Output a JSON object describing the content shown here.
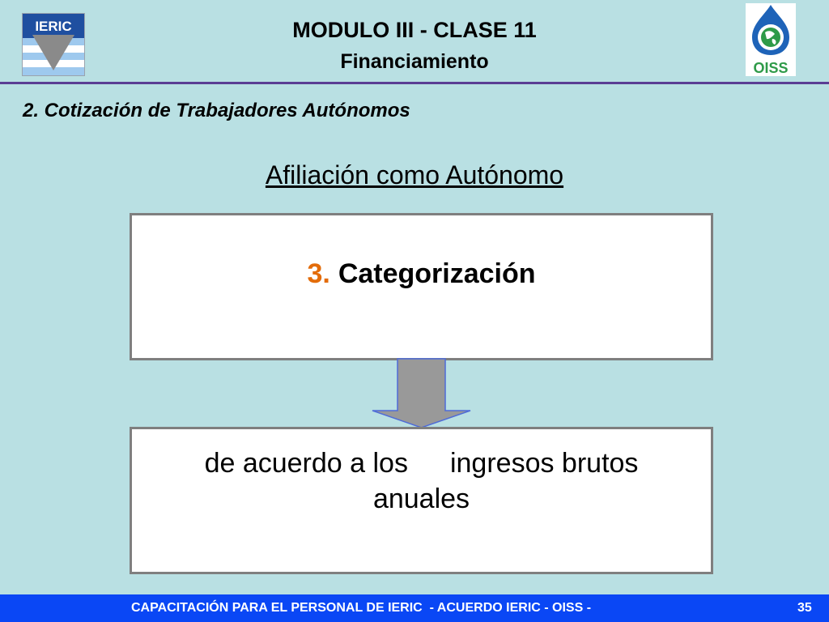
{
  "header": {
    "title_line1": "MODULO III - CLASE 11",
    "title_line2": "Financiamiento",
    "logo_left_text": "IERIC",
    "logo_right_text": "OISS"
  },
  "section_title": "2. Cotización de Trabajadores Autónomos",
  "subtitle": "Afiliación como Autónomo",
  "box1": {
    "number": "3.",
    "label": "Categorización"
  },
  "box2": {
    "line1_part1": "de acuerdo a los",
    "line1_part2": "ingresos brutos",
    "line2": "anuales"
  },
  "footer": {
    "text": "CAPACITACIÓN PARA EL PERSONAL DE IERIC  - ACUERDO IERIC - OISS -",
    "page_number": "35"
  },
  "colors": {
    "background": "#b9e0e3",
    "rule": "#5a3e94",
    "accent_number": "#e36c0a",
    "footer_bar": "#0a47f5",
    "arrow_fill": "#999999",
    "arrow_stroke": "#4f6bd8"
  }
}
